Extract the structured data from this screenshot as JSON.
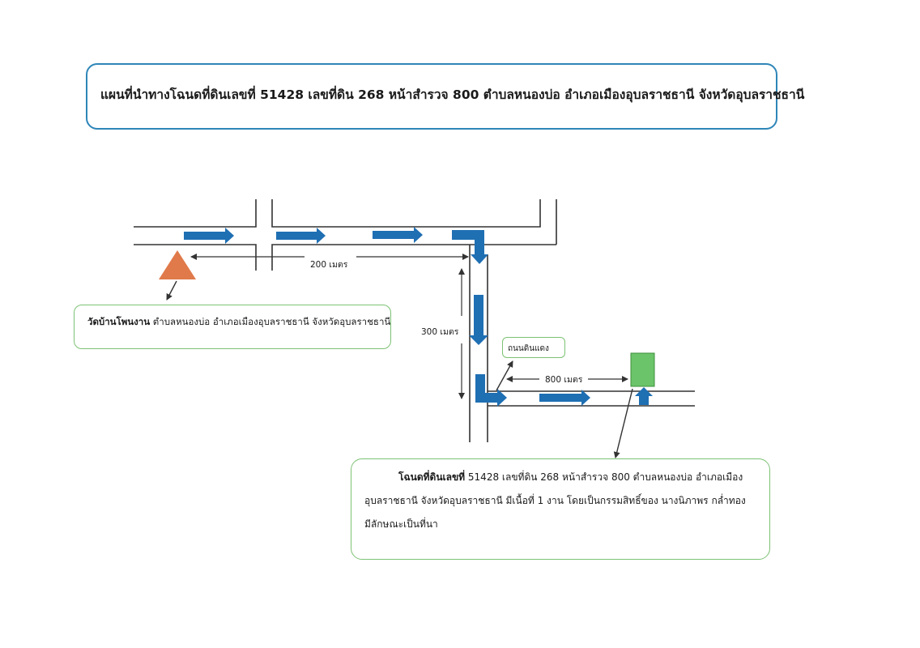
{
  "title": "แผนที่นำทางโฉนดที่ดินเลขที่ 51428 เลขที่ดิน 268 หน้าสำรวจ 800 ตำบลหนองบ่อ อำเภอเมืองอุบลราชธานี จังหวัดอุบลราชธานี",
  "temple": {
    "name": "วัดบ้านโพนงาน",
    "address": " ตำบลหนองบ่อ อำเภอเมืองอุบลราชธานี จังหวัดอุบลราชธานี"
  },
  "road_label": "ถนนดินแดง",
  "distances": {
    "first": "200 เมตร",
    "second": "300 เมตร",
    "third": "800 เมตร"
  },
  "land": {
    "label": "โฉนดที่ดินเลขที่",
    "line1": " 51428 เลขที่ดิน 268 หน้าสำรวจ 800 ตำบลหนองบ่อ อำเภอเมือง",
    "line2": "อุบลราชธานี จังหวัดอุบลราชธานี มีเนื้อที่ 1 งาน  โดยเป็นกรรมสิทธิ์ของ นางนิภาพร กล่ำทอง",
    "line3": "มีลักษณะเป็นที่นา"
  },
  "colors": {
    "title_border": "#2e86b8",
    "box_border": "#7dc274",
    "arrow": "#1f6fb3",
    "temple_marker": "#e07a4a",
    "land_marker": "#6cc46a"
  }
}
